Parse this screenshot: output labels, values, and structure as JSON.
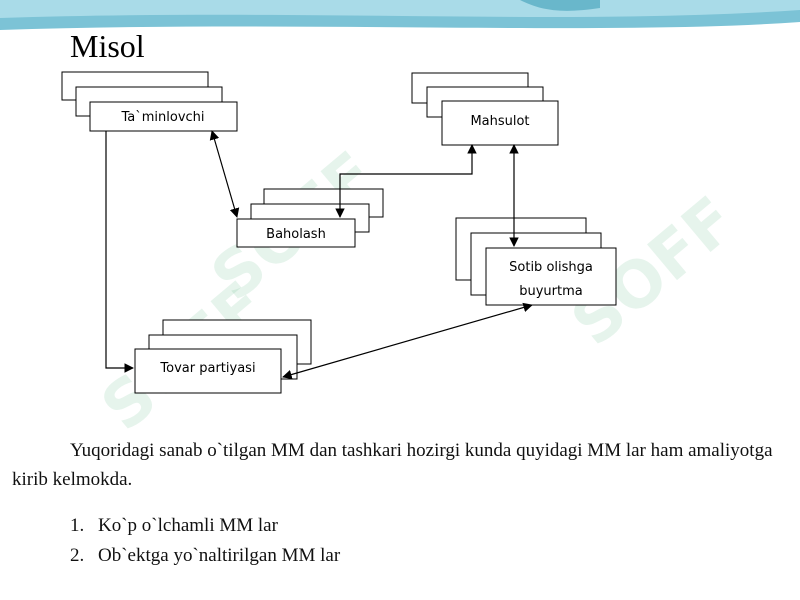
{
  "slide": {
    "title": "Misol",
    "watermark_text": "SOFF",
    "accent_color": "#5ab3c8"
  },
  "diagram": {
    "nodes": {
      "supplier": "Ta`minlovchi",
      "product": "Mahsulot",
      "evaluation": "Baholash",
      "order_line1": "Sotib olishga",
      "order_line2": "buyurtma",
      "batch": "Tovar partiyasi"
    }
  },
  "body": {
    "paragraph": "Yuqoridagi sanab o`tilgan MM dan tashkari hozirgi kunda quyidagi MM lar ham amaliyotga kirib kelmokda.",
    "list": [
      {
        "number": "1.",
        "text": "Ko`p o`lchamli MM lar"
      },
      {
        "number": "2.",
        "text": "Ob`ektga yo`naltirilgan MM lar"
      }
    ]
  }
}
